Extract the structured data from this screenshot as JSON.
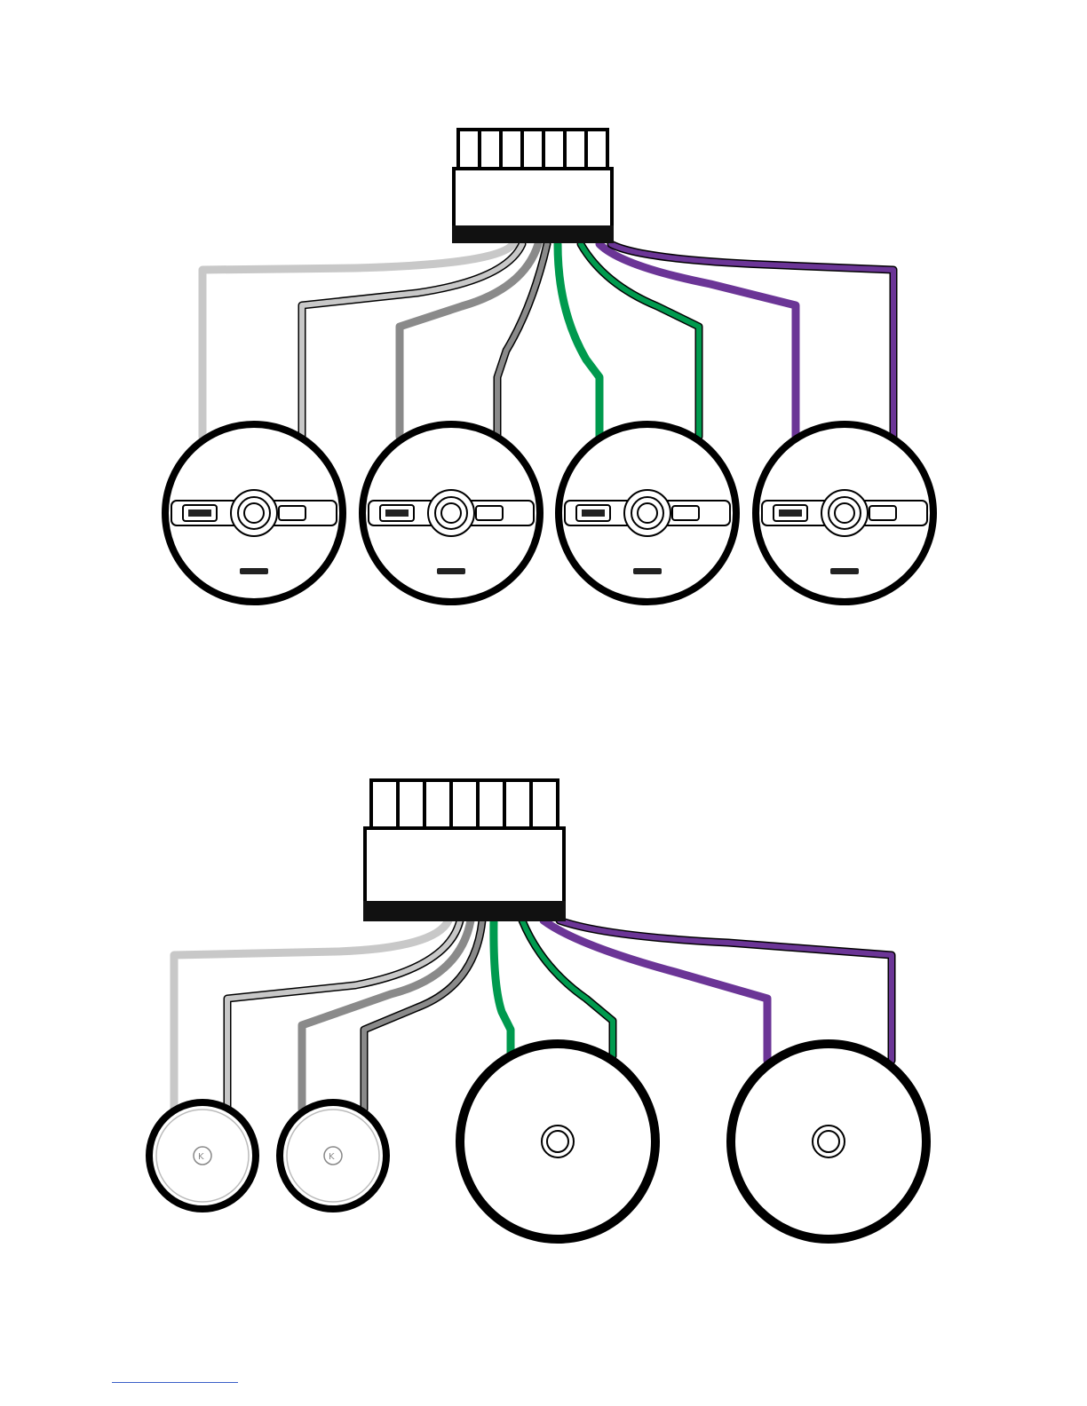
{
  "colors": {
    "outline": "#000000",
    "wire_light_gray": "#c8c8c8",
    "wire_mid_gray": "#8a8a8a",
    "wire_green": "#009a4e",
    "wire_purple": "#6b3596",
    "link_rule": "#3a5fc8"
  },
  "diagrams": [
    {
      "id": "top",
      "description_icon": "coaxial-speaker-icon",
      "speakers": [
        {
          "type": "coaxial",
          "wires": [
            "light-gray",
            "light-gray-striped"
          ]
        },
        {
          "type": "coaxial",
          "wires": [
            "mid-gray",
            "mid-gray-striped"
          ]
        },
        {
          "type": "coaxial",
          "wires": [
            "green",
            "green-striped"
          ]
        },
        {
          "type": "coaxial",
          "wires": [
            "purple",
            "purple-striped"
          ]
        }
      ]
    },
    {
      "id": "bottom",
      "description_icon": "component-speaker-icon",
      "speakers": [
        {
          "type": "tweeter",
          "wires": [
            "light-gray",
            "light-gray-striped"
          ]
        },
        {
          "type": "tweeter",
          "wires": [
            "mid-gray",
            "mid-gray-striped"
          ]
        },
        {
          "type": "woofer",
          "wires": [
            "green",
            "green-striped"
          ]
        },
        {
          "type": "woofer",
          "wires": [
            "purple",
            "purple-striped"
          ]
        }
      ]
    }
  ]
}
